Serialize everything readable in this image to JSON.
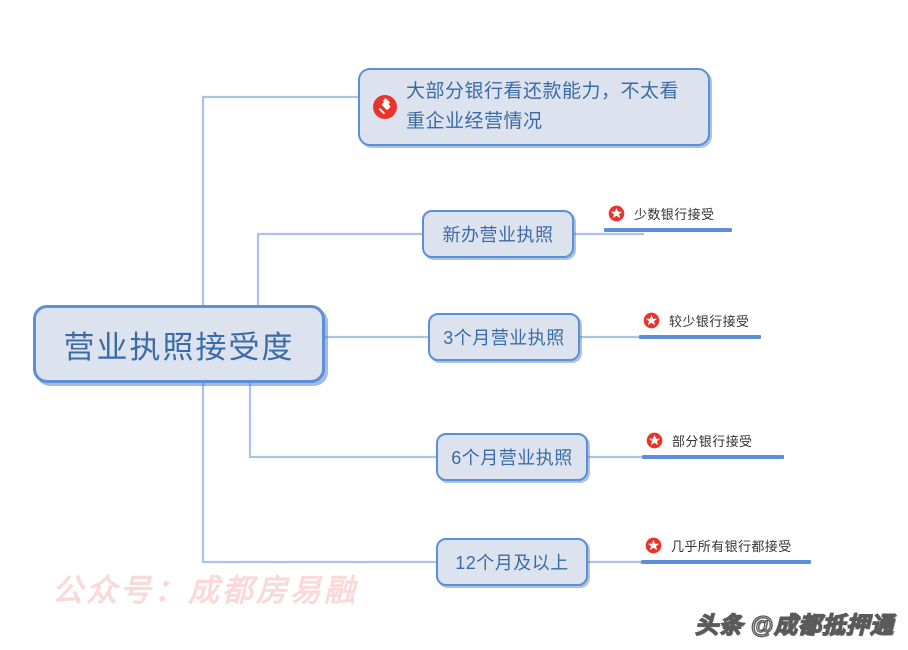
{
  "diagram": {
    "type": "mind-map",
    "root": {
      "label": "营业执照接受度"
    },
    "note": {
      "icon": "pin-icon",
      "text": "大部分银行看还款能力，不太看重企业经营情况"
    },
    "branches": [
      {
        "label": "新办营业执照",
        "leaf": {
          "icon": "star-icon",
          "label": "少数银行接受"
        }
      },
      {
        "label": "3个月营业执照",
        "leaf": {
          "icon": "star-icon",
          "label": "较少银行接受"
        }
      },
      {
        "label": "6个月营业执照",
        "leaf": {
          "icon": "star-icon",
          "label": "部分银行接受"
        }
      },
      {
        "label": "12个月及以上",
        "leaf": {
          "icon": "star-icon",
          "label": "几乎所有银行都接受"
        }
      }
    ]
  },
  "watermarks": {
    "main": "公众号：成都房易融",
    "corner": "头条 @成都抵押通"
  },
  "colors": {
    "node_fill": "#dce3ef",
    "node_border": "#5b8fd9",
    "node_text": "#3a6ba5",
    "connector": "#a8c4e8",
    "underline": "#5b8fd9",
    "icon_red": "#e8342a",
    "watermark_pink": "#f9d9d9",
    "background": "#ffffff"
  }
}
